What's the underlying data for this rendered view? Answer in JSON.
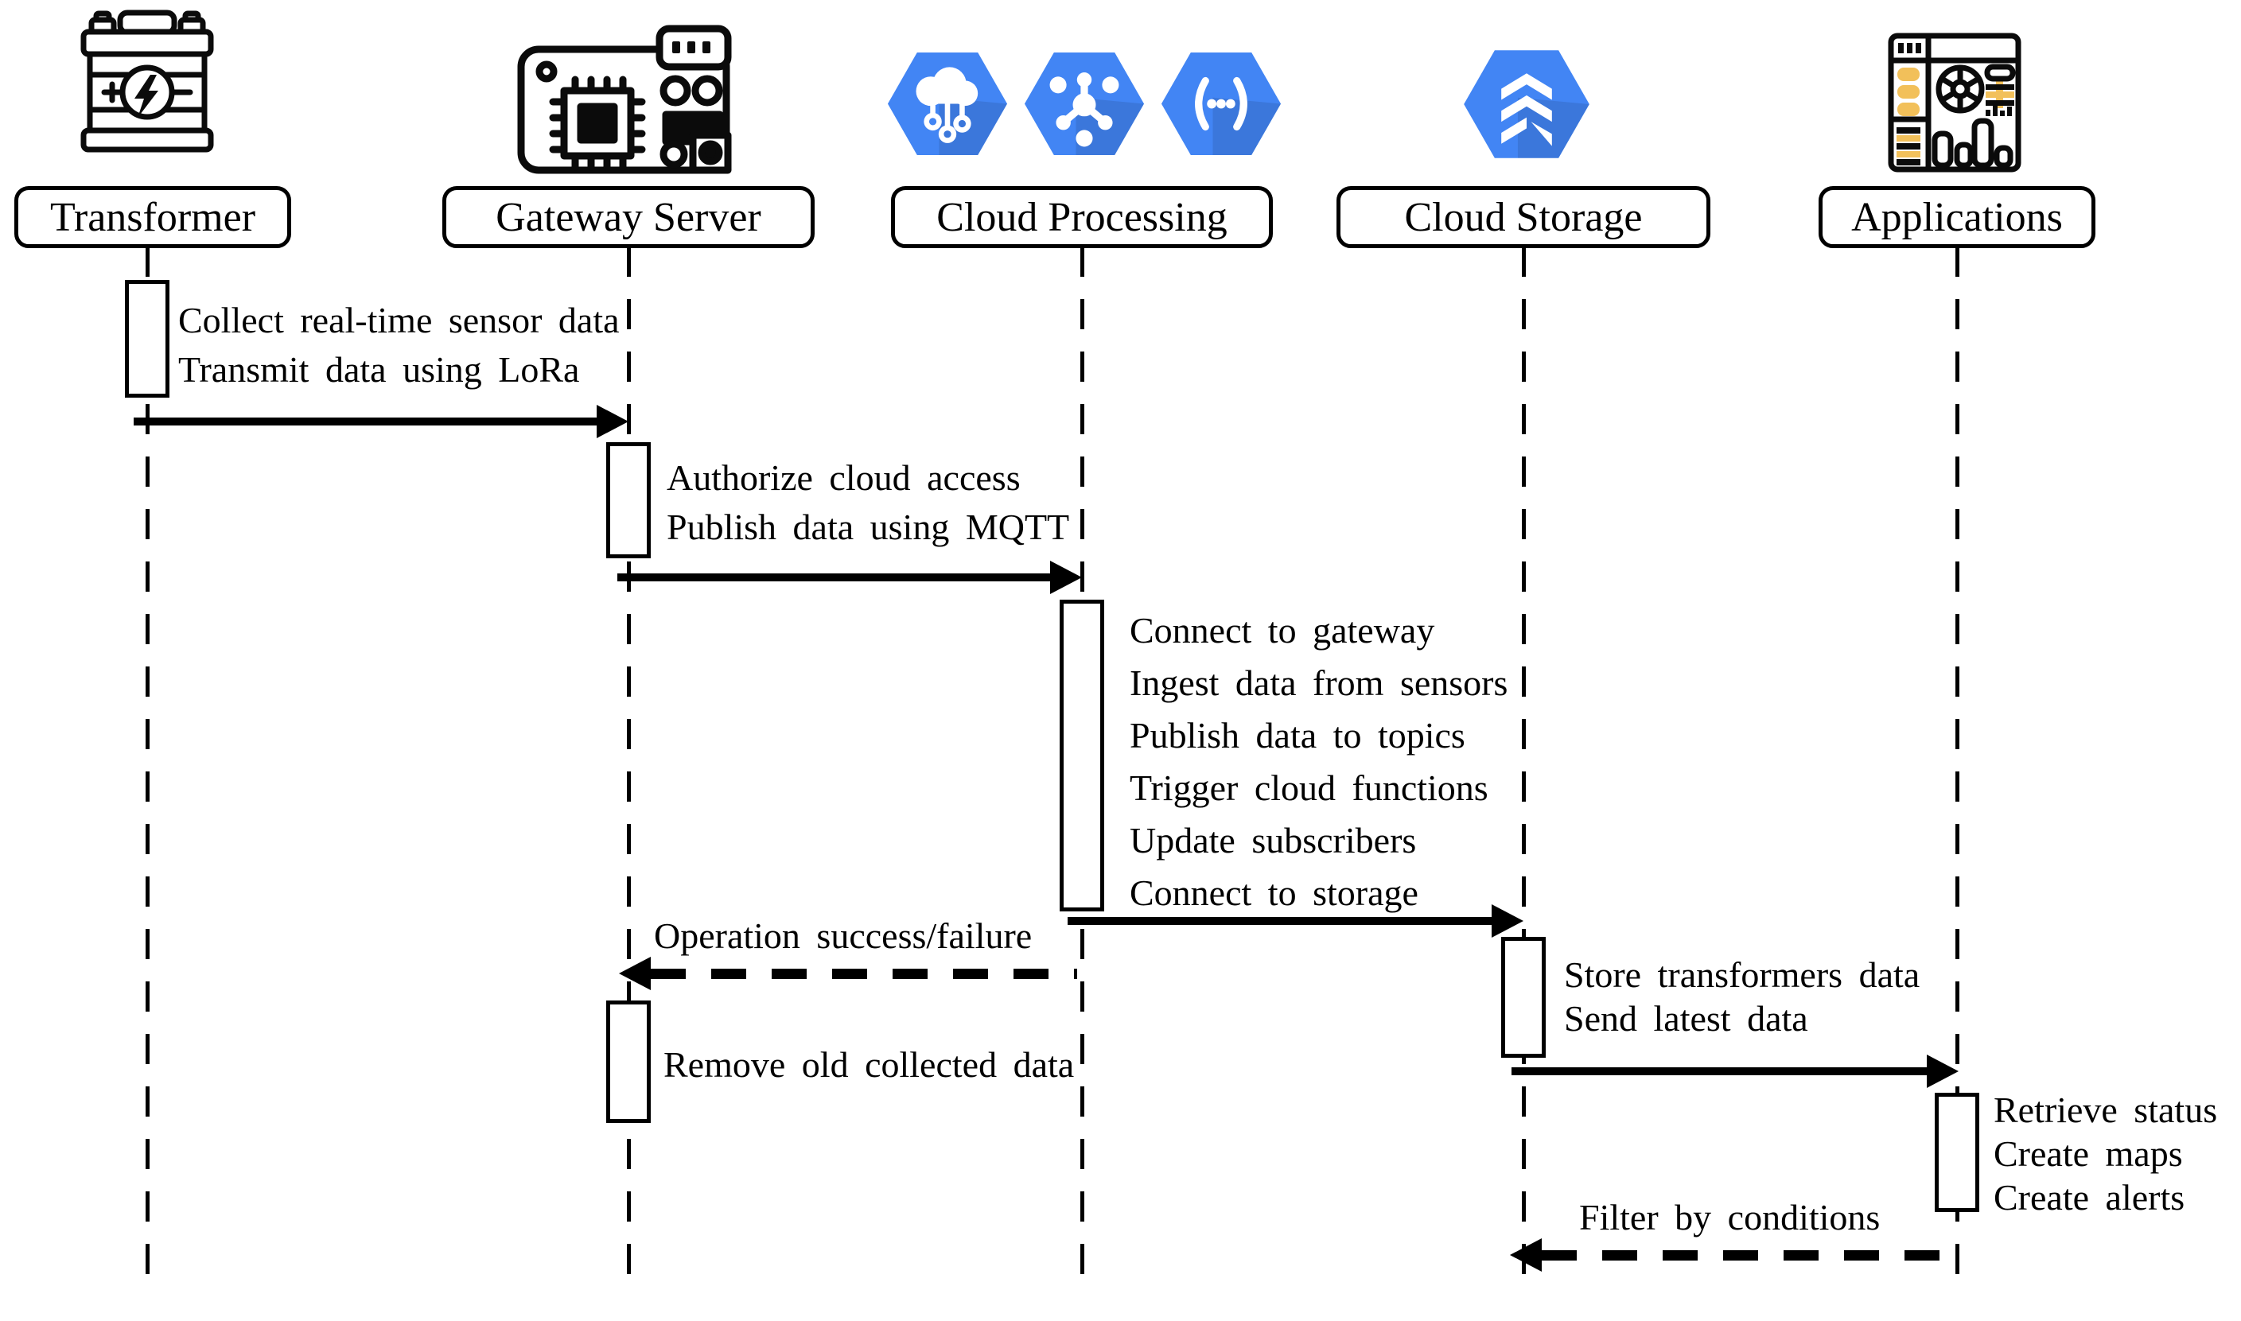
{
  "actors": [
    {
      "id": "transformer",
      "label": "Transformer",
      "icon": "battery-transformer-icon"
    },
    {
      "id": "gateway-server",
      "label": "Gateway Server",
      "icon": "circuit-board-icon"
    },
    {
      "id": "cloud-processing",
      "label": "Cloud Processing",
      "icon": "iot-core-hexagon-icon pubsub-hexagon-icon cloud-functions-hexagon-icon"
    },
    {
      "id": "cloud-storage",
      "label": "Cloud Storage",
      "icon": "cloud-storage-hexagon-icon"
    },
    {
      "id": "applications",
      "label": "Applications",
      "icon": "dashboard-icon"
    }
  ],
  "messages": {
    "transformer_note": [
      "Collect real-time sensor data",
      "Transmit data using LoRa"
    ],
    "gateway_note": [
      "Authorize cloud access",
      "Publish data using MQTT"
    ],
    "cloud_processing_note": [
      "Connect to gateway",
      "Ingest data from sensors",
      "Publish data to topics",
      "Trigger cloud functions",
      "Update subscribers",
      "Connect to storage"
    ],
    "operation_result_note": "Operation success/failure",
    "remove_note": "Remove old collected data",
    "storage_note": [
      "Store transformers data",
      "Send latest data"
    ],
    "applications_note": [
      "Retrieve status",
      "Create maps",
      "Create alerts"
    ],
    "filter_note": "Filter by conditions"
  },
  "arrows": [
    {
      "from": "Transformer",
      "to": "Gateway Server",
      "style": "solid"
    },
    {
      "from": "Gateway Server",
      "to": "Cloud Processing",
      "style": "solid"
    },
    {
      "from": "Cloud Processing",
      "to": "Cloud Storage",
      "style": "solid"
    },
    {
      "from": "Cloud Processing",
      "to": "Gateway Server",
      "style": "dashed"
    },
    {
      "from": "Cloud Storage",
      "to": "Applications",
      "style": "solid"
    },
    {
      "from": "Applications",
      "to": "Cloud Storage",
      "style": "dashed"
    }
  ],
  "colors": {
    "hexagon_blue": "#4285F4",
    "accent_yellow": "#F2C05A",
    "ink": "#000000",
    "background": "#FFFFFF"
  }
}
